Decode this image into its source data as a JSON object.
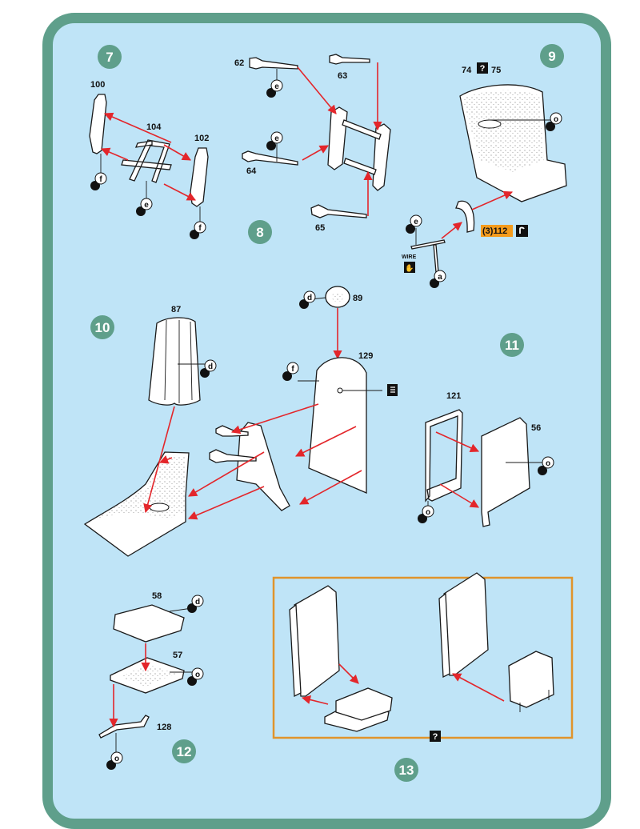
{
  "steps": [
    "7",
    "8",
    "9",
    "10",
    "11",
    "12",
    "13"
  ],
  "parts": {
    "p100": "100",
    "p104": "104",
    "p102": "102",
    "p62": "62",
    "p63": "63",
    "p64": "64",
    "p65": "65",
    "p74": "74",
    "p75": "75",
    "p112": "(3)112",
    "p87": "87",
    "p89": "89",
    "p129": "129",
    "p121": "121",
    "p56": "56",
    "p58": "58",
    "p57": "57",
    "p128": "128"
  },
  "paints": {
    "e": "e",
    "f": "f",
    "d": "d",
    "a": "a",
    "o": "o"
  },
  "labels": {
    "wire": "WIRE",
    "question": "?"
  },
  "colors": {
    "frame": "#5f9f8b",
    "background": "#bfe4f7",
    "arrow": "#e3262b",
    "highlight": "#f49b1c",
    "subassembly_border": "#e0942c"
  }
}
